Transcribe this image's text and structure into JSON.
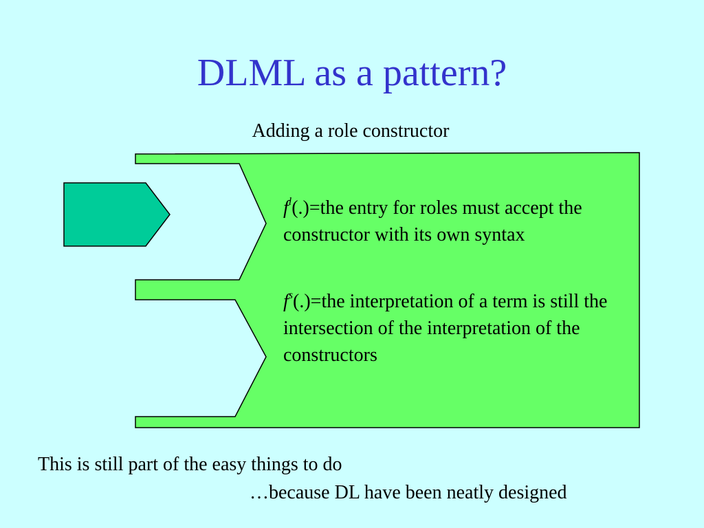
{
  "slide": {
    "title": "DLML as a pattern?",
    "subtitle": "Adding a role constructor",
    "item1": {
      "symbol": "f",
      "superscript": "l",
      "text": "(.)=the entry for roles must accept the constructor with its own syntax"
    },
    "item2": {
      "symbol": "f",
      "superscript": "s",
      "text": "(.)=the interpretation of a term is still the intersection of the interpretation of the constructors"
    },
    "footer_line1": "This is still part of the easy things to do",
    "footer_line2": "…because DL have been neatly designed"
  },
  "colors": {
    "background": "#CCFFFF",
    "title": "#3333CC",
    "big_box": "#66FF66",
    "arrow": "#00CC99"
  }
}
